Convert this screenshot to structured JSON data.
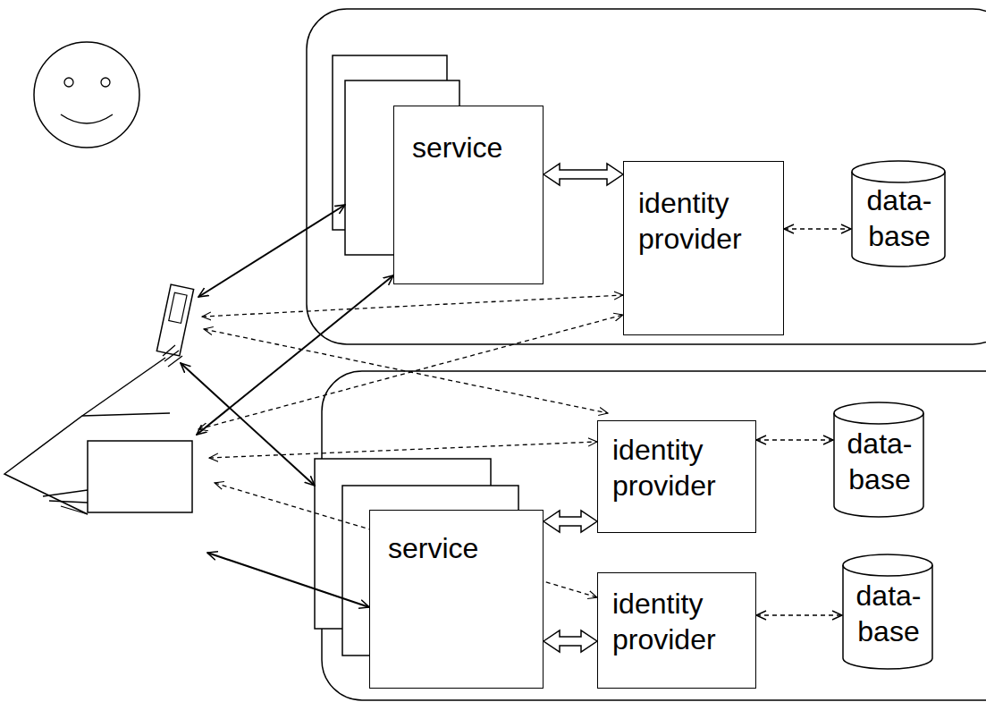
{
  "diagram": {
    "nodes": [
      {
        "text": [
          "service"
        ]
      },
      {
        "text": [
          "identity provider"
        ]
      },
      {
        "text": [
          "data- base"
        ]
      },
      {
        "text": [
          "service"
        ]
      },
      {
        "text": [
          "identity provider"
        ]
      },
      {
        "text": [
          "data- base"
        ]
      },
      {
        "text": [
          "identity provider"
        ]
      },
      {
        "text": [
          "data- base"
        ]
      }
    ],
    "edges": [
      {
        "from": 0,
        "to": 1,
        "arrow": "both"
      },
      {
        "from": 1,
        "to": 2,
        "arrow": "both"
      },
      {
        "from": 3,
        "to": 4,
        "arrow": "both"
      },
      {
        "from": 3,
        "to": 6,
        "arrow": "both"
      },
      {
        "from": 4,
        "to": 5,
        "arrow": "both"
      },
      {
        "from": 6,
        "to": 7,
        "arrow": "both"
      }
    ]
  }
}
